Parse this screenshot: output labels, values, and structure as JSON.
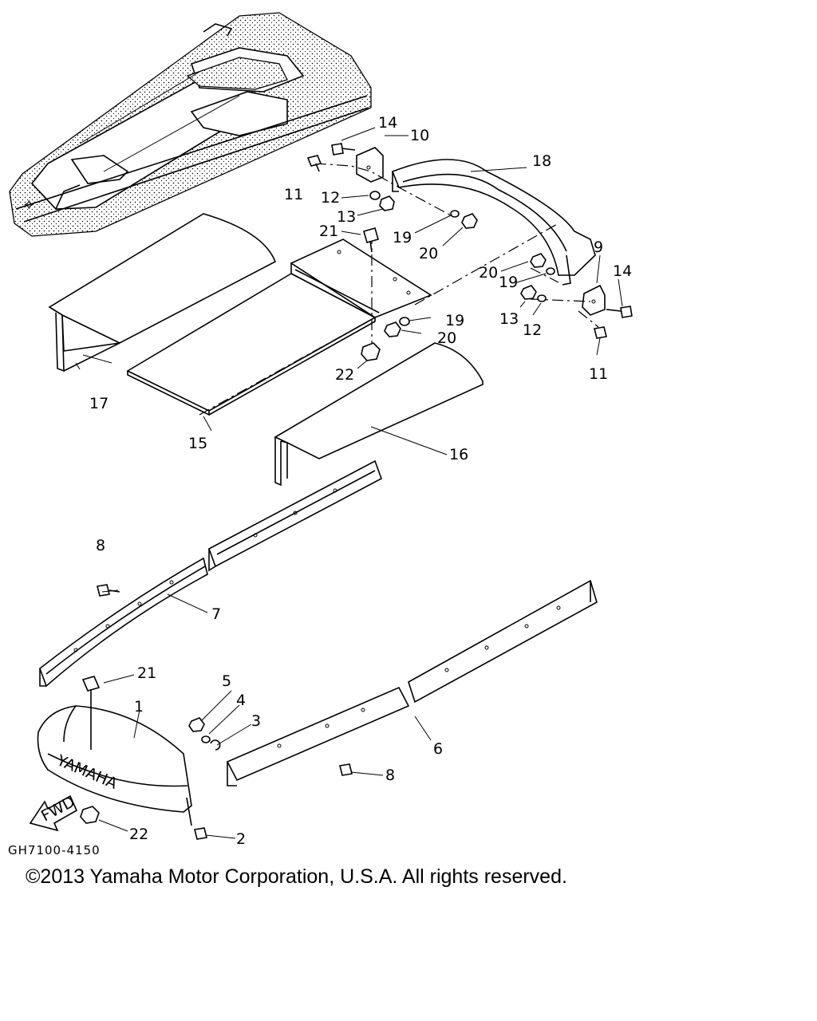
{
  "diagram": {
    "callouts": {
      "c1": "1",
      "c2": "2",
      "c3": "3",
      "c4": "4",
      "c5": "5",
      "c6": "6",
      "c7": "7",
      "c8a": "8",
      "c8b": "8",
      "c9": "9",
      "c10": "10",
      "c11a": "11",
      "c11b": "11",
      "c12a": "12",
      "c12b": "12",
      "c13a": "13",
      "c13b": "13",
      "c14a": "14",
      "c14b": "14",
      "c15": "15",
      "c16": "16",
      "c17": "17",
      "c18": "18",
      "c19a": "19",
      "c19b": "19",
      "c19c": "19",
      "c20a": "20",
      "c20b": "20",
      "c20c": "20",
      "c21a": "21",
      "c21b": "21",
      "c22a": "22",
      "c22b": "22"
    },
    "fwd_label": "FWD",
    "brand_mark": "YAMAHA",
    "drawing_code": "GH7100-4150"
  },
  "footer": {
    "copyright": "©2013 Yamaha Motor Corporation, U.S.A. All rights reserved."
  }
}
